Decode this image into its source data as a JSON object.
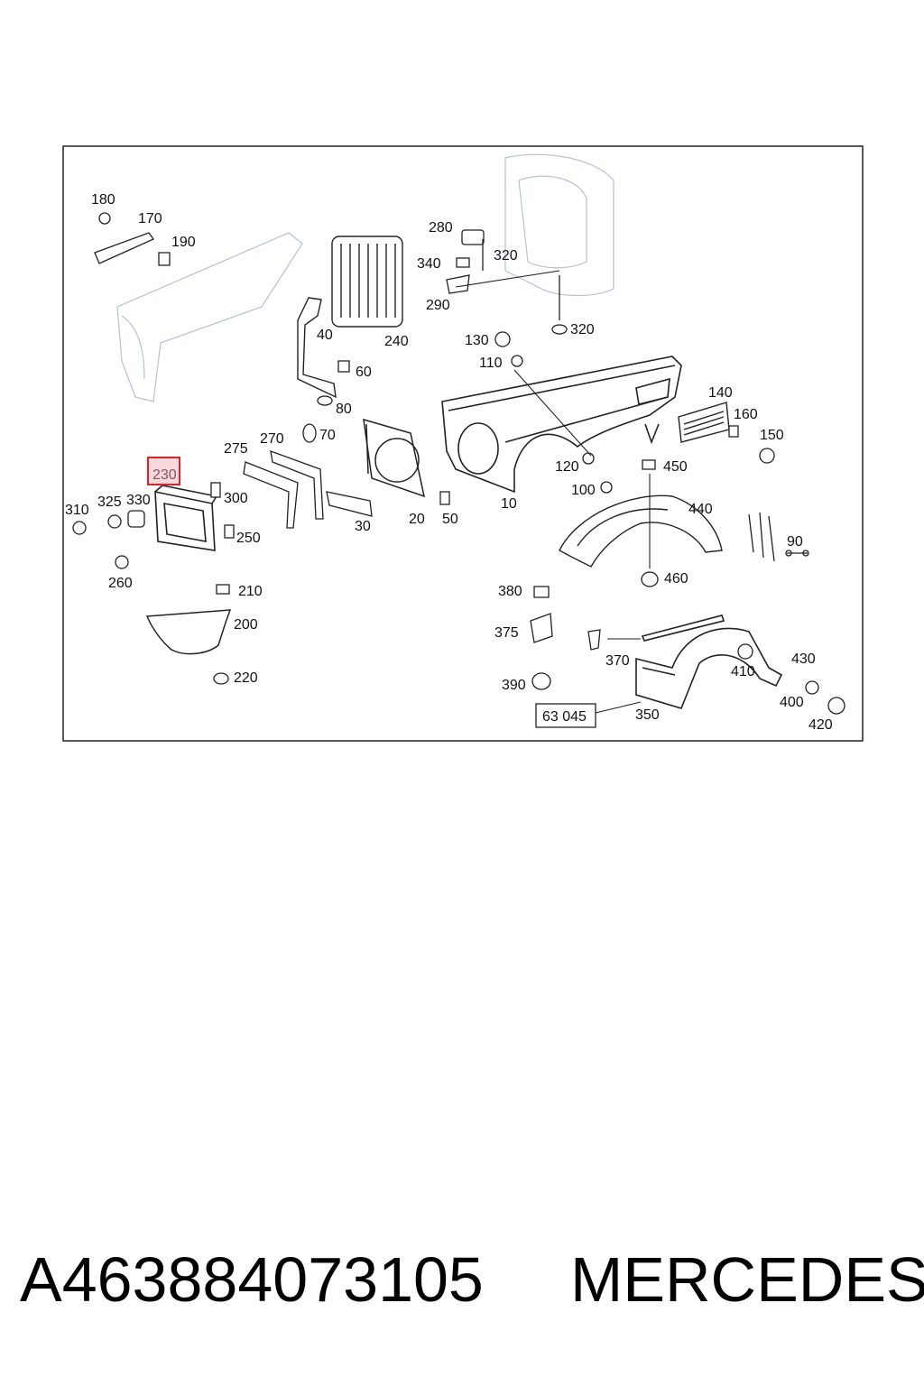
{
  "diagram": {
    "callouts": {
      "p180": "180",
      "p170": "170",
      "p190": "190",
      "p280": "280",
      "p340": "340",
      "p320a": "320",
      "p290": "290",
      "p320b": "320",
      "p240": "240",
      "p40": "40",
      "p60": "60",
      "p80": "80",
      "p70": "70",
      "p130": "130",
      "p110": "110",
      "p140": "140",
      "p160": "160",
      "p150": "150",
      "p120": "120",
      "p450": "450",
      "p100": "100",
      "p10": "10",
      "p275": "275",
      "p270": "270",
      "p230": "230",
      "p310": "310",
      "p325": "325",
      "p330": "330",
      "p300": "300",
      "p250": "250",
      "p260": "260",
      "p30": "30",
      "p20": "20",
      "p50": "50",
      "p440": "440",
      "p90": "90",
      "p460": "460",
      "p210": "210",
      "p200": "200",
      "p220": "220",
      "p380": "380",
      "p375": "375",
      "p390": "390",
      "p370": "370",
      "p410": "410",
      "p430": "430",
      "p400": "400",
      "p420": "420",
      "p350": "350"
    },
    "ref_box": "63 045",
    "highlight_color": "#e0202a"
  },
  "footer": {
    "part_number": "A463884073105",
    "brand": "MERCEDES"
  }
}
